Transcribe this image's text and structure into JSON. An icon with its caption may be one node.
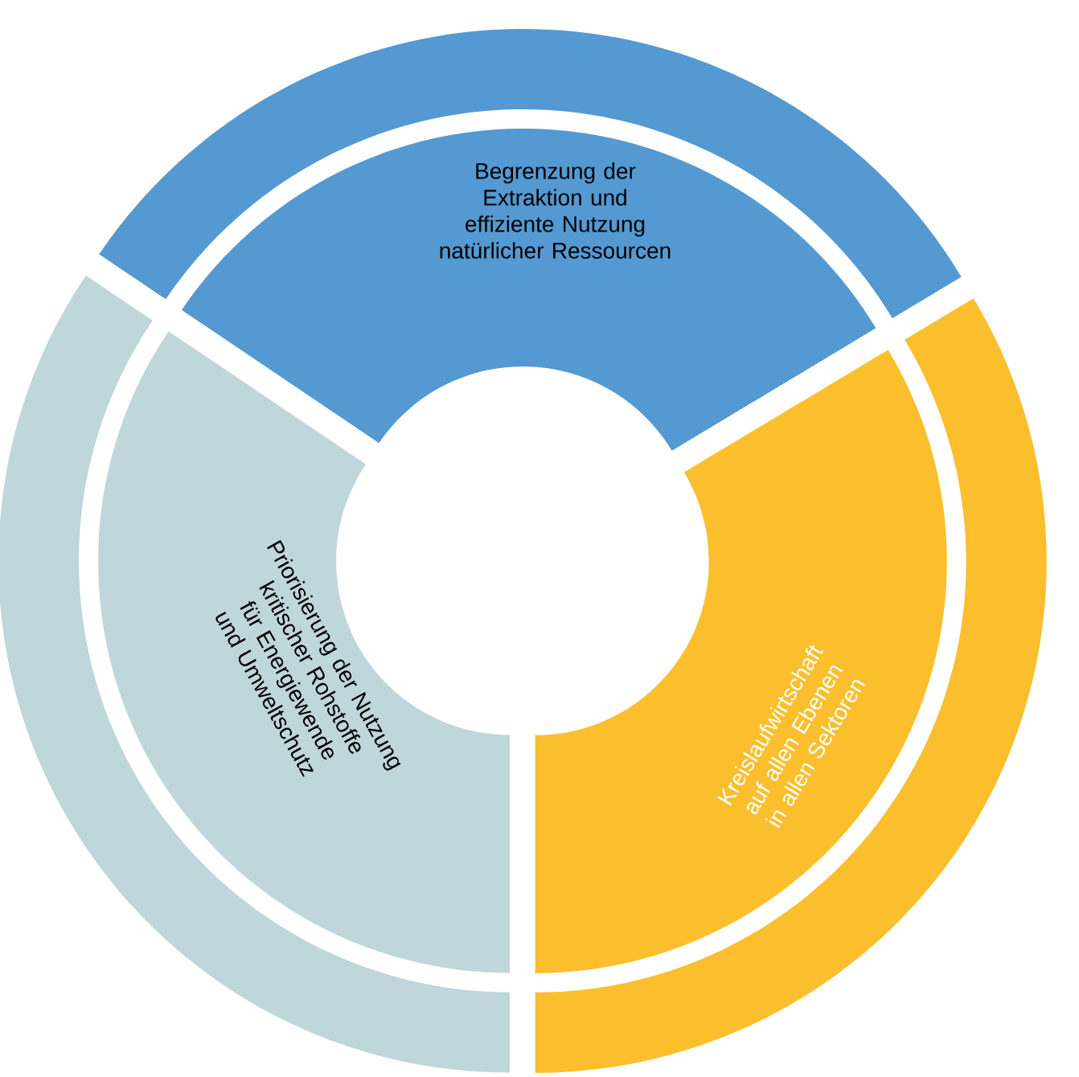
{
  "diagram": {
    "nodes": [
      {
        "text": [
          "Begrenzung der Extraktion und effiziente Nutzung natürlicher Ressourcen"
        ]
      },
      {
        "text": [
          "Kreislaufwirtschaft auf allen Ebenen in allen Sektoren"
        ]
      },
      {
        "text": [
          "Priorisierung der Nutzung kritischer Rohstoffe für Energiewende und Umweltschutz"
        ]
      },
      {
        "text": [],
        "shape": "band"
      },
      {
        "text": [],
        "shape": "band"
      },
      {
        "text": [],
        "shape": "band"
      }
    ]
  }
}
